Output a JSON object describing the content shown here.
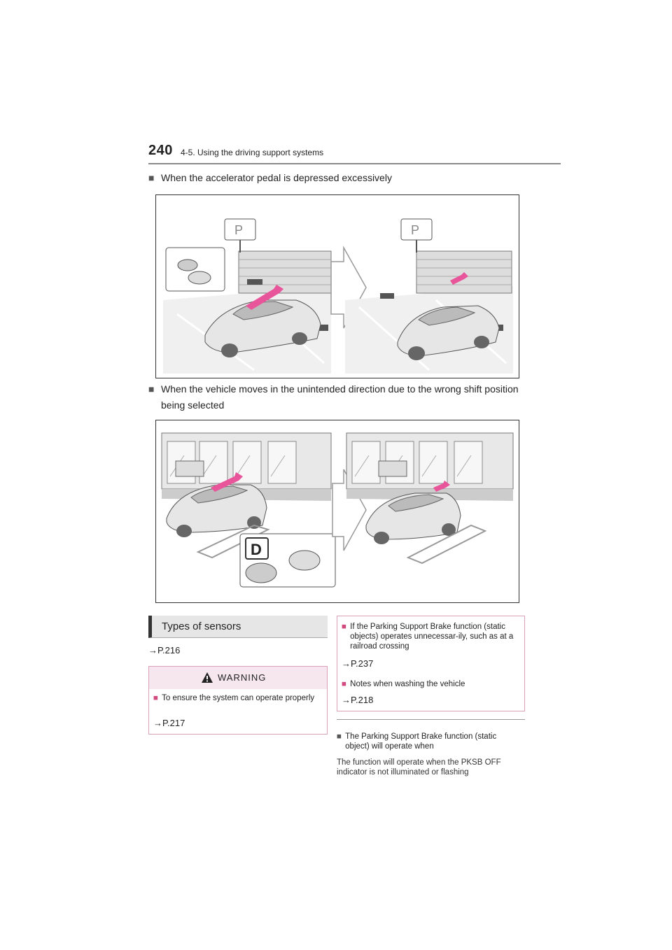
{
  "header": {
    "page_number": "240",
    "chapter": "4-5. Using the driving support systems"
  },
  "section1": {
    "heading": "When the accelerator pedal is depressed excessively"
  },
  "section2": {
    "heading": "When the vehicle moves in the unintended direction due to the wrong shift position being selected"
  },
  "figure2": {
    "shift_letter": "D"
  },
  "types": {
    "heading": "Types of sensors",
    "ref": "→P.216"
  },
  "warning": {
    "title": "WARNING",
    "item": "To ensure the system can operate properly",
    "ref": "→P.217"
  },
  "notes": {
    "item1": "If the Parking Support Brake function (static objects) operates unnecessar-ily, such as at a railroad crossing",
    "item1_ref": "→P.237",
    "item2": "Notes when washing the vehicle",
    "item2_ref": "→P.218"
  },
  "operate": {
    "heading": "The Parking Support Brake function (static object) will operate when",
    "body": "The function will operate when the PKSB OFF indicator is not illuminated or flashing"
  },
  "colors": {
    "accent_pink": "#d14a7f",
    "arrow_pink": "#e8559a",
    "rule_gray": "#8a8a8a"
  }
}
